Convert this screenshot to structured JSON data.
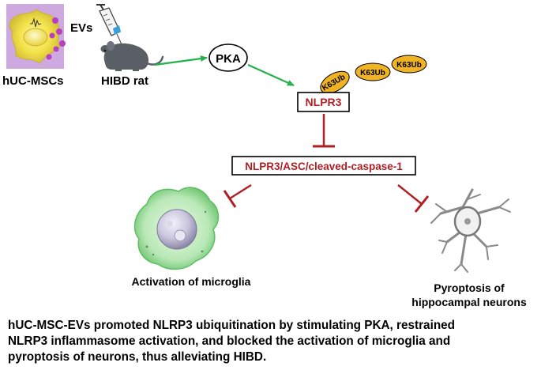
{
  "labels": {
    "evs": "EVs",
    "msc": "hUC-MSCs",
    "rat": "HIBD rat",
    "pka": "PKA",
    "k63": [
      "K63Ub",
      "K63Ub",
      "K63Ub"
    ],
    "nlpr3": "NLPR3",
    "complex": "NLPR3/ASC/cleaved-caspase-1",
    "microglia": "Activation of microglia",
    "neurons": [
      "Pyroptosis of",
      "hippocampal neurons"
    ]
  },
  "caption": [
    "hUC-MSC-EVs promoted NLRP3 ubiquitination by stimulating PKA, restrained",
    "NLRP3 inflammasome activation, and blocked the activation of microglia and",
    "pyroptosis of neurons, thus alleviating HIBD."
  ],
  "colors": {
    "activation_arrow": "#22b14c",
    "inhibition": "#b01f24",
    "ubiquitin": "#f0b323",
    "msc_fill": "#c9a0dc",
    "vesicle": "#b83fc0",
    "microglia": "#8fd694"
  },
  "icons": [
    "stem-cell-icon",
    "syringe-icon",
    "rat-icon",
    "microglia-icon",
    "neuron-icon"
  ]
}
